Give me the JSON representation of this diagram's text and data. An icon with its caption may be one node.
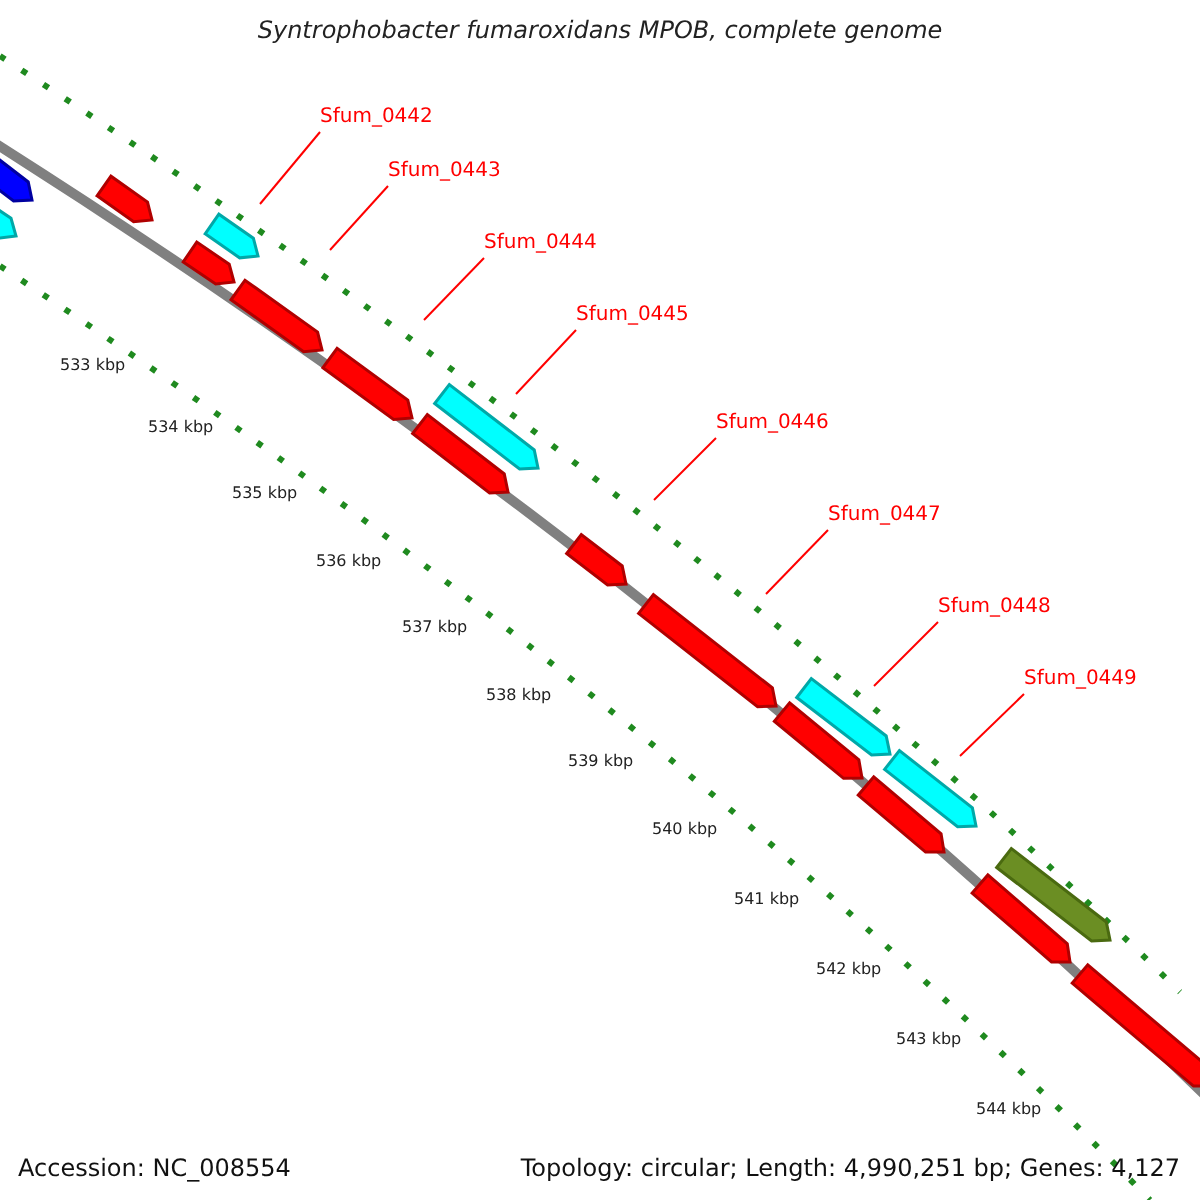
{
  "diagram": {
    "title": "Syntrophobacter fumaroxidans MPOB, complete genome",
    "nodes": [
      {
        "text": [
          "Sfum_0442"
        ]
      },
      {
        "text": [
          "Sfum_0443"
        ]
      },
      {
        "text": [
          "Sfum_0444"
        ]
      },
      {
        "text": [
          "Sfum_0445"
        ]
      },
      {
        "text": [
          "Sfum_0446"
        ]
      },
      {
        "text": [
          "Sfum_0447"
        ]
      },
      {
        "text": [
          "Sfum_0448"
        ]
      },
      {
        "text": [
          "Sfum_0449"
        ]
      }
    ],
    "edges": [
      {
        "from": 0,
        "to": null,
        "arrow": "none"
      },
      {
        "from": 1,
        "to": null,
        "arrow": "none"
      },
      {
        "from": 2,
        "to": null,
        "arrow": "none"
      },
      {
        "from": 3,
        "to": null,
        "arrow": "none"
      },
      {
        "from": 4,
        "to": null,
        "arrow": "none"
      },
      {
        "from": 5,
        "to": null,
        "arrow": "none"
      },
      {
        "from": 6,
        "to": null,
        "arrow": "none"
      },
      {
        "from": 7,
        "to": null,
        "arrow": "none"
      }
    ],
    "labels": [
      "533 kbp",
      "534 kbp",
      "535 kbp",
      "536 kbp",
      "537 kbp",
      "538 kbp",
      "539 kbp",
      "540 kbp",
      "541 kbp",
      "542 kbp",
      "543 kbp",
      "544 kbp",
      "Accession: NC_008554",
      "Topology: circular; Length: 4,990,251 bp; Genes: 4,127"
    ]
  }
}
